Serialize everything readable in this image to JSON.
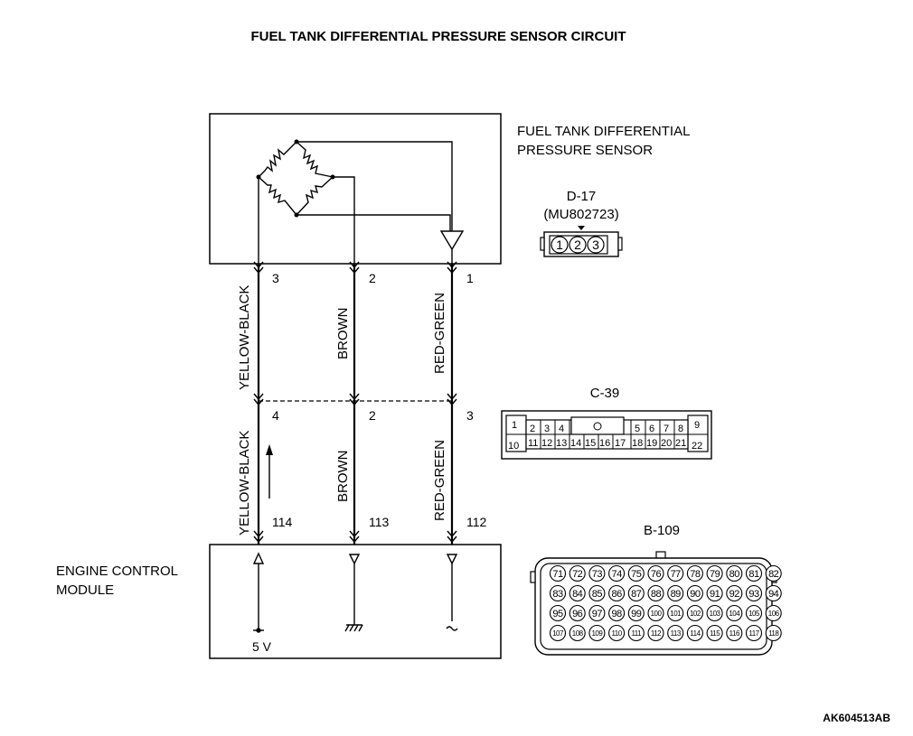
{
  "title": "FUEL TANK DIFFERENTIAL PRESSURE SENSOR CIRCUIT",
  "sensor": {
    "label_line1": "FUEL TANK DIFFERENTIAL",
    "label_line2": "PRESSURE SENSOR"
  },
  "connector_d17": {
    "id": "D-17",
    "part": "(MU802723)",
    "pins": [
      "1",
      "2",
      "3"
    ]
  },
  "connector_c39": {
    "id": "C-39",
    "pins": [
      "1",
      "2",
      "3",
      "4",
      "5",
      "6",
      "7",
      "8",
      "9",
      "10",
      "11",
      "12",
      "13",
      "14",
      "15",
      "16",
      "17",
      "18",
      "19",
      "20",
      "21",
      "22"
    ]
  },
  "connector_b109": {
    "id": "B-109",
    "rows": [
      [
        "71",
        "72",
        "73",
        "74",
        "75",
        "76",
        "77",
        "78",
        "79",
        "80",
        "81",
        "82"
      ],
      [
        "83",
        "84",
        "85",
        "86",
        "87",
        "88",
        "89",
        "90",
        "91",
        "92",
        "93",
        "94"
      ],
      [
        "95",
        "96",
        "97",
        "98",
        "99",
        "100",
        "101",
        "102",
        "103",
        "104",
        "105",
        "106"
      ],
      [
        "107",
        "108",
        "109",
        "110",
        "111",
        "112",
        "113",
        "114",
        "115",
        "116",
        "117",
        "118"
      ]
    ]
  },
  "wires": [
    {
      "color": "YELLOW-BLACK",
      "sensor_pin": "3",
      "c39_pin": "4",
      "ecm_pin": "114"
    },
    {
      "color": "BROWN",
      "sensor_pin": "2",
      "c39_pin": "2",
      "ecm_pin": "113"
    },
    {
      "color": "RED-GREEN",
      "sensor_pin": "1",
      "c39_pin": "3",
      "ecm_pin": "112"
    }
  ],
  "ecm": {
    "label_line1": "ENGINE CONTROL",
    "label_line2": "MODULE",
    "supply_label": "5 V"
  },
  "figure_code": "AK604513AB"
}
